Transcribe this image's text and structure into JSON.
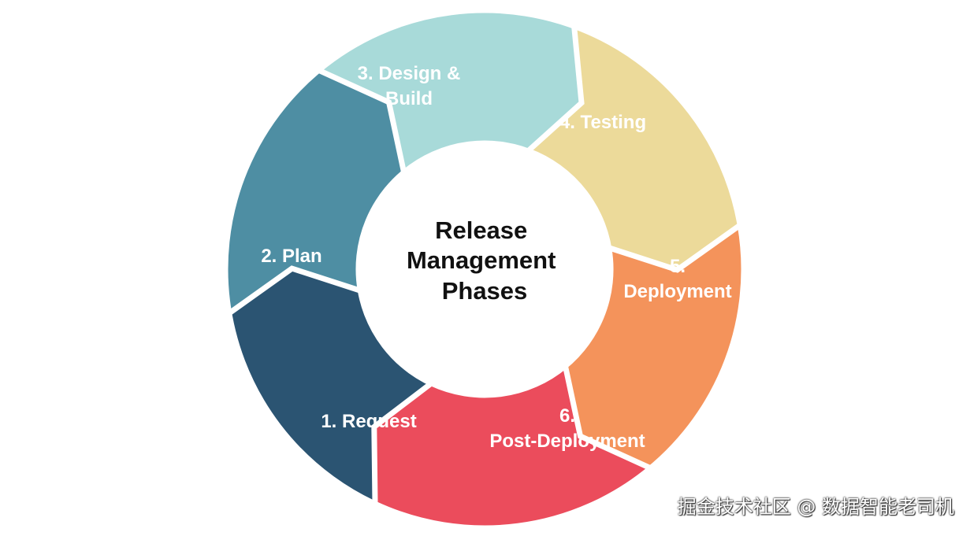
{
  "diagram": {
    "center_title": [
      "Release",
      "Management",
      "Phases"
    ],
    "phases": [
      {
        "id": "request",
        "lines": [
          "1. Request"
        ],
        "color": "#2b5472"
      },
      {
        "id": "plan",
        "lines": [
          "2. Plan"
        ],
        "color": "#4e8ea3"
      },
      {
        "id": "design-build",
        "lines": [
          "3. Design &",
          "Build"
        ],
        "color": "#a8dad9"
      },
      {
        "id": "testing",
        "lines": [
          "4. Testing"
        ],
        "color": "#ecda9a"
      },
      {
        "id": "deployment",
        "lines": [
          "5.",
          "Deployment"
        ],
        "color": "#f4935b"
      },
      {
        "id": "post-deployment",
        "lines": [
          "6.",
          "Post-Deployment"
        ],
        "color": "#eb4c5c"
      }
    ]
  },
  "watermark": "掘金技术社区 @ 数据智能老司机"
}
